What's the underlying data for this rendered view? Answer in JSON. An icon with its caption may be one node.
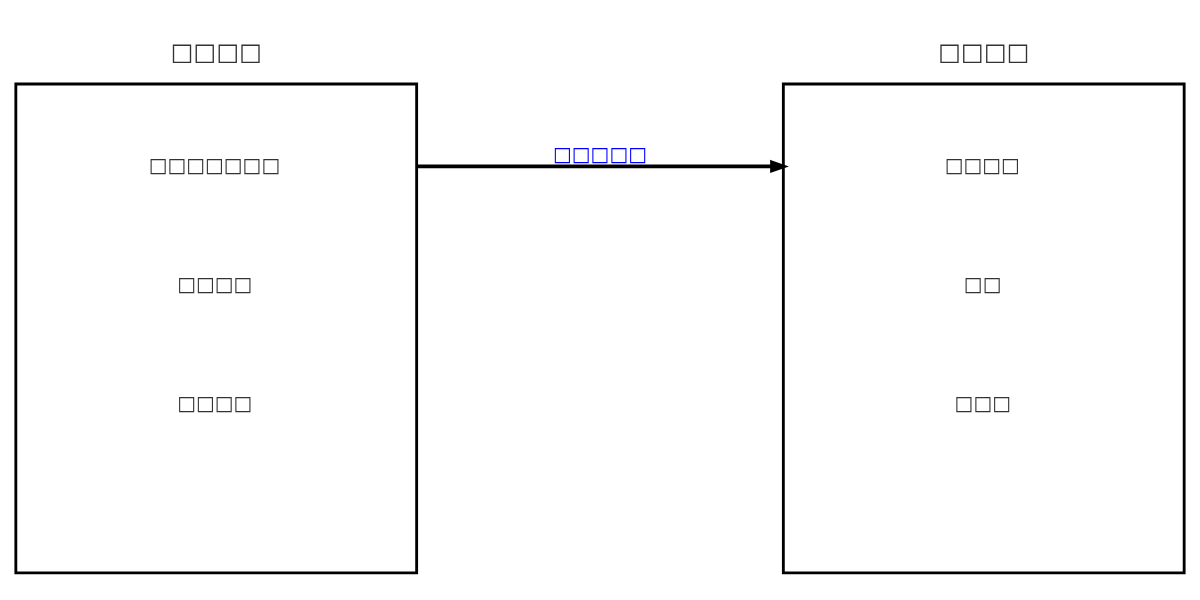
{
  "diagram": {
    "nodes": [
      {
        "text": [
          "□□□□",
          "□□□□□□□",
          "□□□□",
          "□□□□"
        ]
      },
      {
        "text": [
          "□□□□",
          "□□□□",
          "□□",
          "□□□"
        ]
      }
    ],
    "edges": [
      {
        "from": 0,
        "to": 1,
        "arrow": "to",
        "label": "□□□□□"
      }
    ]
  }
}
